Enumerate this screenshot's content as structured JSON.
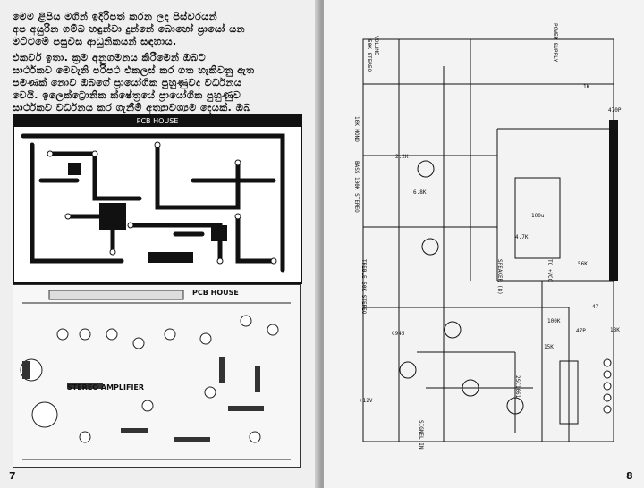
{
  "left_page": {
    "paragraph_1": "මෙම ළිපිය මගින් ඉදිරිපත් කරන ලද පිස්වරයන්\nඅප අයුරින ගම්බ හඳුන්වා දුන්නේ බොහෝ ප්‍රායෝ යන\nමට්ටමේ පසුවිස ආධුනිකයන් සඳහාය.",
    "paragraph_2": "එකවර් ඉතා. ක්‍රම අනුගමනය කිරීමෙන් ඔබට\nසාර්ථකව මෙවැනි පරිපථ එකලස් කර ගත හැකිවනු ඇත\nපමණක් නොව ඔබගේ ප්‍රායෝගික පුහුණුවද වර්ධනය\nවෙයි. ඉලෙක්ට්‍රොනික ක්ෂේත්‍රයේ ප්‍රායෝගික පුහුණුව\nසාර්ථකව වර්ධනය කර ගැනීම් අත්‍යාවශ්‍යම දෙයක්. ඔබ\nසිහි තබා ගන්න.",
    "pcb_top_title": "PCB HOUSE",
    "pcb_bottom_title": "PCB HOUSE",
    "pcb_bottom_sub": "STEREO AMPLIFIER",
    "page_number": "7"
  },
  "right_page": {
    "labels": {
      "volume": "VOLUME",
      "stereo_50k": "50K STEREO",
      "power_supply": "POWER SUPPLY",
      "mono_10k": "10K MONO",
      "bass_stereo": "BASS 100K STEREO",
      "treble_stereo": "TREBLE 50K STEREO",
      "speaker_8": "SPEAKER (8)",
      "to_vcc": "TO +VCC",
      "c945": "C945",
      "c1061": "2SC1061",
      "v_12": "+12V",
      "signal_in": "SIGNEL IN",
      "r_1k": "1K",
      "r_6k8": "6.8K",
      "r_2k2": "2.2K",
      "c_470p": "470P",
      "c_100u": "100u",
      "r_47": "47",
      "r_100k": "100K",
      "c_47p": "47P",
      "r_18k": "18K",
      "r_15k": "15K",
      "r_56k": "56K",
      "r_4k7": "4.7K"
    },
    "page_number": "8"
  }
}
